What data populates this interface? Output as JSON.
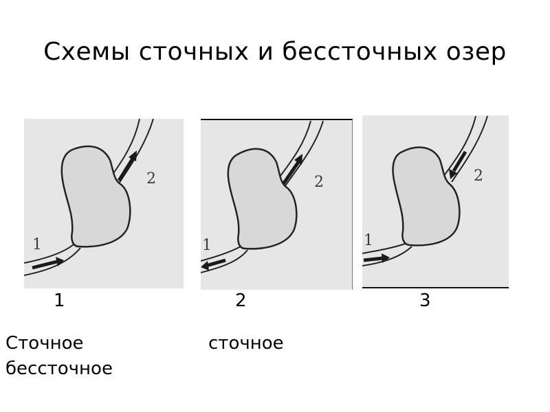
{
  "title": "Схемы сточных и бессточных озер",
  "panels": [
    {
      "number": "1",
      "inlet_label": "1",
      "outlet_label": "2",
      "inlet_flow": "inward",
      "outlet_flow": "outward"
    },
    {
      "number": "2",
      "inlet_label": "1",
      "outlet_label": "2",
      "inlet_flow": "outward",
      "outlet_flow": "outward"
    },
    {
      "number": "3",
      "inlet_label": "1",
      "outlet_label": "2",
      "inlet_flow": "inward",
      "outlet_flow": "inward"
    }
  ],
  "captions": {
    "line1_left": "Сточное",
    "line1_right": "сточное",
    "line2_left": "бессточное"
  },
  "colors": {
    "panel_background": "#e6e6e6",
    "lake_fill": "#d8d8d8",
    "outline": "#222222",
    "arrow": "#1a1a1a"
  }
}
